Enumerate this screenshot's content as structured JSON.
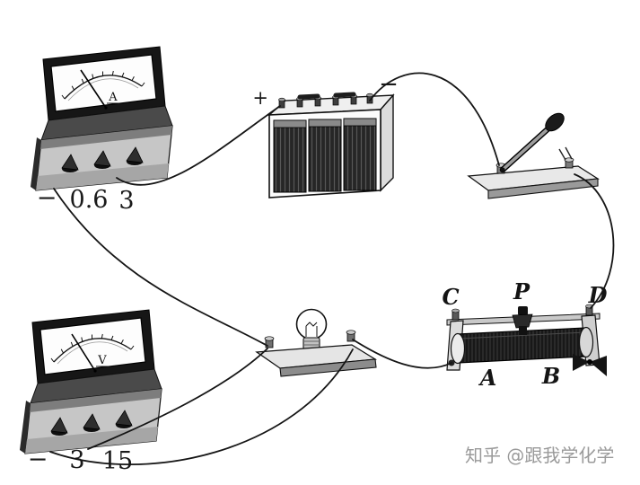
{
  "colors": {
    "ink": "#1a1a1a",
    "watermark_gray": "#9a9a9a",
    "meter_face": "#ffffff",
    "body_gray": "#c6c6c6"
  },
  "components": {
    "ammeter": {
      "dial_letter": "A",
      "terminals": [
        "−",
        "0.6",
        "3"
      ]
    },
    "voltmeter": {
      "dial_letter": "V",
      "terminals": [
        "−",
        "3",
        "15"
      ]
    },
    "battery": {
      "positive_label": "+",
      "negative_label": "−"
    },
    "rheostat": {
      "labels": {
        "c": "C",
        "p": "P",
        "d": "D",
        "a": "A",
        "b": "B"
      }
    }
  },
  "watermark": {
    "text": "知乎 @跟我学化学"
  }
}
